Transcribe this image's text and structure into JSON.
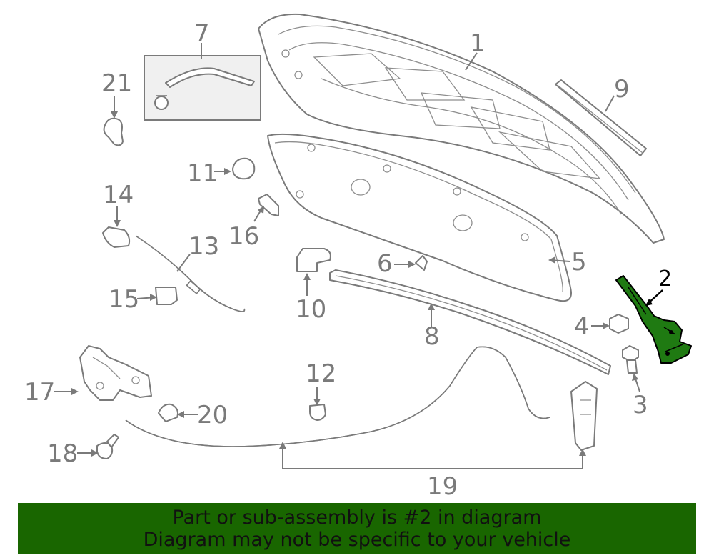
{
  "diagram": {
    "highlighted_part": "2",
    "callouts": [
      {
        "id": "1",
        "label": "1"
      },
      {
        "id": "2",
        "label": "2"
      },
      {
        "id": "3",
        "label": "3"
      },
      {
        "id": "4",
        "label": "4"
      },
      {
        "id": "5",
        "label": "5"
      },
      {
        "id": "6",
        "label": "6"
      },
      {
        "id": "7",
        "label": "7"
      },
      {
        "id": "8",
        "label": "8"
      },
      {
        "id": "9",
        "label": "9"
      },
      {
        "id": "10",
        "label": "10"
      },
      {
        "id": "11",
        "label": "11"
      },
      {
        "id": "12",
        "label": "12"
      },
      {
        "id": "13",
        "label": "13"
      },
      {
        "id": "14",
        "label": "14"
      },
      {
        "id": "15",
        "label": "15"
      },
      {
        "id": "16",
        "label": "16"
      },
      {
        "id": "17",
        "label": "17"
      },
      {
        "id": "18",
        "label": "18"
      },
      {
        "id": "19",
        "label": "19"
      },
      {
        "id": "20",
        "label": "20"
      },
      {
        "id": "21",
        "label": "21"
      }
    ],
    "colors": {
      "highlight": "#1f7a12",
      "banner": "#196600",
      "line": "#7a7a7a"
    }
  },
  "banner": {
    "line1": "Part or sub-assembly is #2 in diagram",
    "line2": "Diagram may not be specific to your vehicle"
  }
}
